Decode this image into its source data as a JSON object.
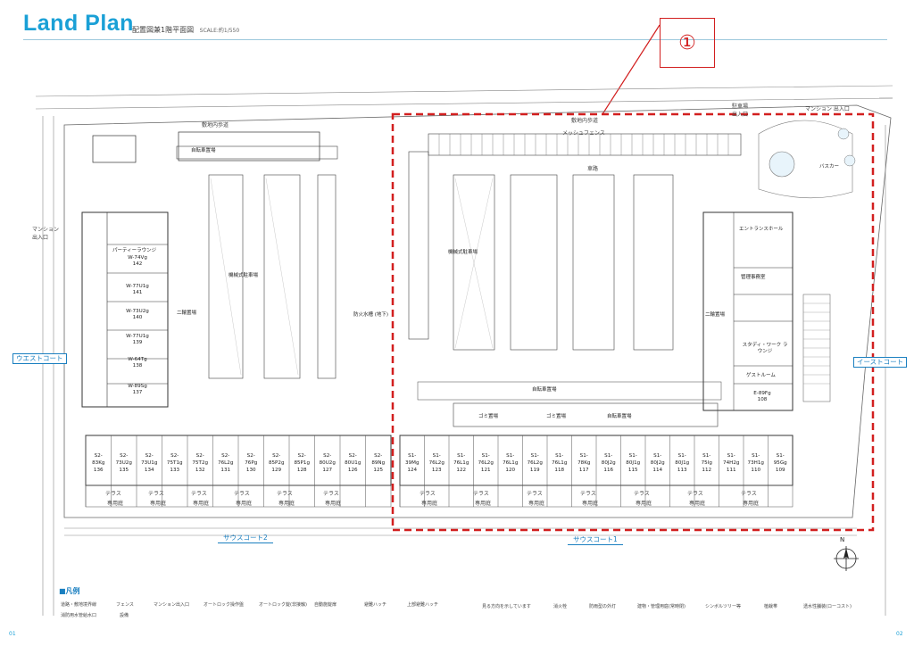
{
  "header": {
    "logo": "Land Plan",
    "subtitle": "配置図兼1階平面図",
    "scale": "SCALE:約1/550"
  },
  "callout": {
    "label": "①"
  },
  "courts": {
    "west": "ウエストコート",
    "east": "イーストコート",
    "south1": "サウスコート1",
    "south2": "サウスコート2"
  },
  "map_labels": {
    "sidewalk_top1": "敷地内歩道",
    "sidewalk_top2": "敷地内歩道",
    "parking_entrance": "駐車場 出入口",
    "mansion_entrance_top": "マンション 出入口",
    "mansion_entrance_left": "マンション 出入口",
    "road_label": "車路",
    "party_lounge": "パーティーラウンジ",
    "entrance_hall": "エントランスホール",
    "guest_room": "ゲストルーム",
    "study_lounge": "スタディ・ワーク ラウンジ",
    "management": "管理事務室",
    "pool": "バスカー",
    "bike1": "二輪置場",
    "bike2": "二輪置場",
    "trash1": "ゴミ置場",
    "trash2": "ゴミ置場",
    "bicycle1": "自転車置場",
    "bicycle2": "自転車置場",
    "bicycle3": "自転車置場",
    "mechanical1": "機械式駐車場",
    "mechanical2": "機械式駐車場",
    "fire_water": "防火水槽 (地下)",
    "fence": "メッシュフェンス"
  },
  "west_units": [
    {
      "type": "W-74Vg",
      "no": "142"
    },
    {
      "type": "W-77U1g",
      "no": "141"
    },
    {
      "type": "W-73U2g",
      "no": "140"
    },
    {
      "type": "W-77U1g",
      "no": "139"
    },
    {
      "type": "W-64Tg",
      "no": "138"
    },
    {
      "type": "W-89Sg",
      "no": "137"
    }
  ],
  "east_units": [
    {
      "type": "E-89Fg",
      "no": "108"
    }
  ],
  "south2_units": [
    {
      "type": "S2-83Kg",
      "no": "136"
    },
    {
      "type": "S2-73U2g",
      "no": "135"
    },
    {
      "type": "S2-73U1g",
      "no": "134"
    },
    {
      "type": "S2-75T1g",
      "no": "133"
    },
    {
      "type": "S2-75T2g",
      "no": "132"
    },
    {
      "type": "S2-76L2g",
      "no": "131"
    },
    {
      "type": "S2-76Pg",
      "no": "130"
    },
    {
      "type": "S2-85P2g",
      "no": "129"
    },
    {
      "type": "S2-85P1g",
      "no": "128"
    },
    {
      "type": "S2-80U2g",
      "no": "127"
    },
    {
      "type": "S2-80U1g",
      "no": "126"
    },
    {
      "type": "S2-89Ng",
      "no": "125"
    }
  ],
  "south1_units": [
    {
      "type": "S1-39Mg",
      "no": "124"
    },
    {
      "type": "S1-76L2g",
      "no": "123"
    },
    {
      "type": "S1-76L1g",
      "no": "122"
    },
    {
      "type": "S1-76L2g",
      "no": "121"
    },
    {
      "type": "S1-76L1g",
      "no": "120"
    },
    {
      "type": "S1-76L2g",
      "no": "119"
    },
    {
      "type": "S1-76L1g",
      "no": "118"
    },
    {
      "type": "S1-78Kg",
      "no": "117"
    },
    {
      "type": "S1-80J2g",
      "no": "116"
    },
    {
      "type": "S1-80J1g",
      "no": "115"
    },
    {
      "type": "S1-80J2g",
      "no": "114"
    },
    {
      "type": "S1-80J1g",
      "no": "113"
    },
    {
      "type": "S1-75Ig",
      "no": "112"
    },
    {
      "type": "S1-74H2g",
      "no": "111"
    },
    {
      "type": "S1-73H1g",
      "no": "110"
    },
    {
      "type": "S1-95Gg",
      "no": "109"
    }
  ],
  "terrace_label": "テラス",
  "private_garden": "専用庭",
  "legend": {
    "title": "■凡例",
    "items": [
      "道路・敷地境界線",
      "フェンス",
      "マンション出入口",
      "オートロック操作盤",
      "オートロック錠(非接触)",
      "自動施錠扉",
      "避難ハッチ",
      "上部避難ハッチ",
      "消防用水管給水口",
      "設備",
      "見る方向を示しています",
      "消火栓",
      "防雨型の外灯",
      "建物・管理用庭(常時閉)",
      "シンボルツリー等",
      "植栽帯",
      "透水性舗装(ローコスト)"
    ]
  },
  "page_numbers": {
    "left": "01",
    "right": "02"
  },
  "compass_label": "N",
  "colors": {
    "brand_blue": "#1aa0d6",
    "court_blue": "#1a7fc0",
    "highlight_red": "#d21f1f"
  }
}
